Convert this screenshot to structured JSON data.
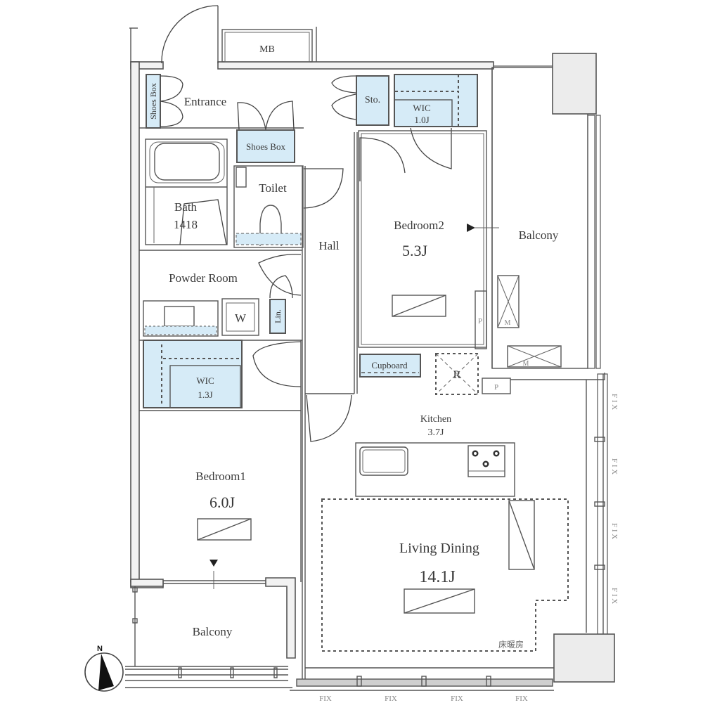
{
  "plan": {
    "rooms": {
      "mb": {
        "label": "MB"
      },
      "entrance": {
        "label": "Entrance"
      },
      "shoes_box_side": {
        "label": "Shoes Box"
      },
      "shoes_box_top": {
        "label": "Shoes Box"
      },
      "storage": {
        "label": "Sto."
      },
      "wic_small": {
        "label": "WIC",
        "size": "1.0J"
      },
      "bath": {
        "label": "Bath",
        "size": "1418"
      },
      "toilet": {
        "label": "Toilet"
      },
      "hall": {
        "label": "Hall"
      },
      "powder_room": {
        "label": "Powder Room"
      },
      "washer": {
        "label": "W"
      },
      "linen": {
        "label": "Lin."
      },
      "wic_large": {
        "label": "WIC",
        "size": "1.3J"
      },
      "bedroom1": {
        "label": "Bedroom1",
        "size": "6.0J"
      },
      "bedroom2": {
        "label": "Bedroom2",
        "size": "5.3J"
      },
      "balcony_east": {
        "label": "Balcony"
      },
      "balcony_south": {
        "label": "Balcony"
      },
      "cupboard": {
        "label": "Cupboard"
      },
      "refrigerator": {
        "label": "R"
      },
      "kitchen": {
        "label": "Kitchen",
        "size": "3.7J"
      },
      "living_dining": {
        "label": "Living Dining",
        "size": "14.1J"
      },
      "floor_heating": {
        "label": "床暖房"
      }
    },
    "markers": {
      "pipe_space_1": "P",
      "pipe_space_2": "P",
      "outdoor_unit_1": "M",
      "outdoor_unit_2": "M"
    },
    "windows": {
      "east_fix": [
        "F I X",
        "F I X",
        "F I X",
        "F I X"
      ],
      "south_fix": [
        "FIX",
        "FIX",
        "FIX",
        "FIX"
      ]
    },
    "compass": {
      "label": "N"
    },
    "colors": {
      "storage_fill": "#d6ebf7",
      "wall_fill": "#f2f2f2",
      "line": "#555555",
      "pillar_fill": "#ececec"
    }
  }
}
